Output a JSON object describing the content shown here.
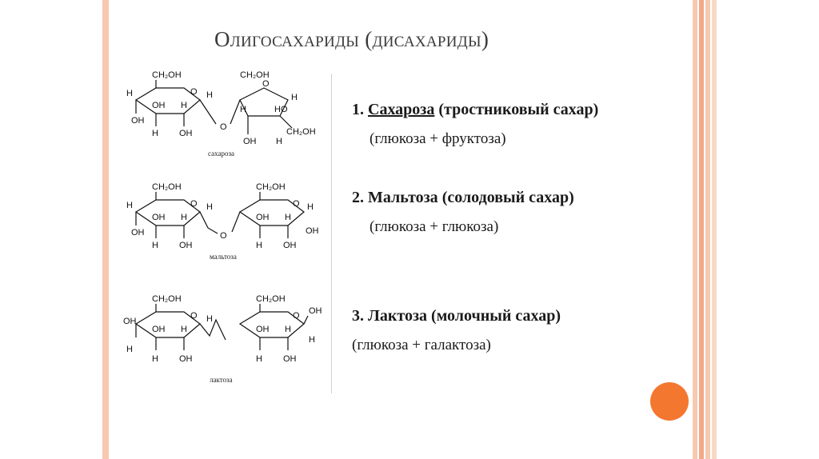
{
  "title": "Олигосахариды (дисахариды)",
  "structures": [
    {
      "label": "сахароза"
    },
    {
      "label": "мальтоза"
    },
    {
      "label": "лактоза"
    }
  ],
  "sugars": [
    {
      "number": "1.",
      "name": "Сахароза",
      "desc": " (тростниковый сахар)",
      "composition": "(глюкоза + фруктоза)"
    },
    {
      "number": "2.",
      "name": "Мальтоза",
      "desc": " (солодовый сахар)",
      "composition": "(глюкоза + глюкоза)"
    },
    {
      "number": "3.",
      "name": "Лактоза",
      "desc": " (молочный сахар)",
      "composition": "(глюкоза + галактоза)"
    }
  ],
  "colors": {
    "accent_circle": "#f4772f",
    "bar_light": "#f6c9b0",
    "bar_dark": "#f2a886"
  }
}
